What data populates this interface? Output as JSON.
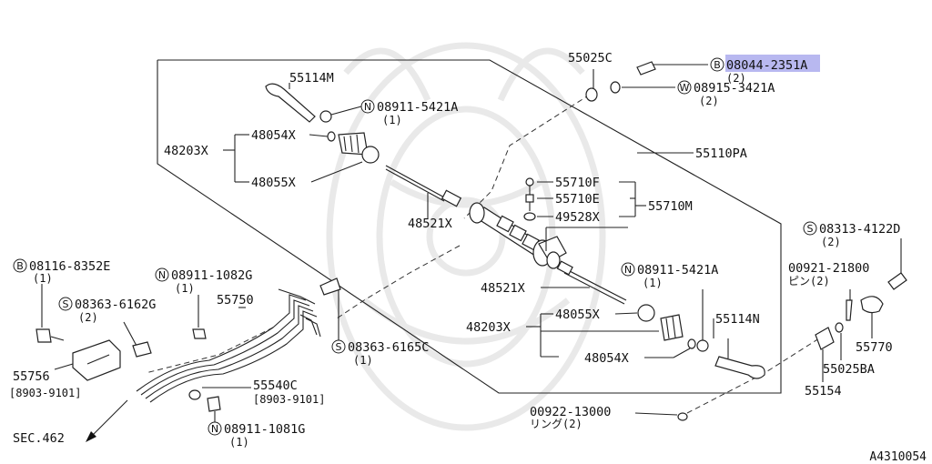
{
  "diagram": {
    "figure_id": "A4310054",
    "labels": {
      "l55025C": "55025C",
      "l08044": "08044-2351A",
      "l08044q": "(2)",
      "l08915": "08915-3421A",
      "l08915q": "(2)",
      "l55114M": "55114M",
      "l08911a": "08911-5421A",
      "l08911aq": "(1)",
      "l48203Xa": "48203X",
      "l48054Xa": "48054X",
      "l48055Xa": "48055X",
      "l55110PA": "55110PA",
      "l55710F": "55710F",
      "l55710E": "55710E",
      "l55710M": "55710M",
      "l49528X": "49528X",
      "l48521Xa": "48521X",
      "l08313": "08313-4122D",
      "l08313q": "(2)",
      "l08116": "08116-8352E",
      "l08116q": "(1)",
      "l08911b": "08911-1082G",
      "l08911bq": "(1)",
      "l08363a": "08363-6162G",
      "l08363aq": "(2)",
      "l55750": "55750",
      "l08911c": "08911-5421A",
      "l08911cq": "(1)",
      "l00921": "00921-21800",
      "l00921q": "ピン(2)",
      "l48521Xb": "48521X",
      "l48055Xb": "48055X",
      "l48203Xb": "48203X",
      "l55114N": "55114N",
      "l55770": "55770",
      "l08363b": "08363-6165C",
      "l08363bq": "(1)",
      "l48054Xb": "48054X",
      "l55756": "55756",
      "l55756d": "[8903-9101]",
      "l55540C": "55540C",
      "l55540Cd": "[8903-9101]",
      "l55025BA": "55025BA",
      "l55154": "55154",
      "l00922": "00922-13000",
      "l00922q": "リング(2)",
      "l08911d": "08911-1081G",
      "l08911dq": "(1)",
      "sec": "SEC.462"
    },
    "prefix": {
      "B": "B",
      "W": "W",
      "N": "N",
      "S": "S"
    },
    "highlight_color": "#b8b8f0"
  }
}
